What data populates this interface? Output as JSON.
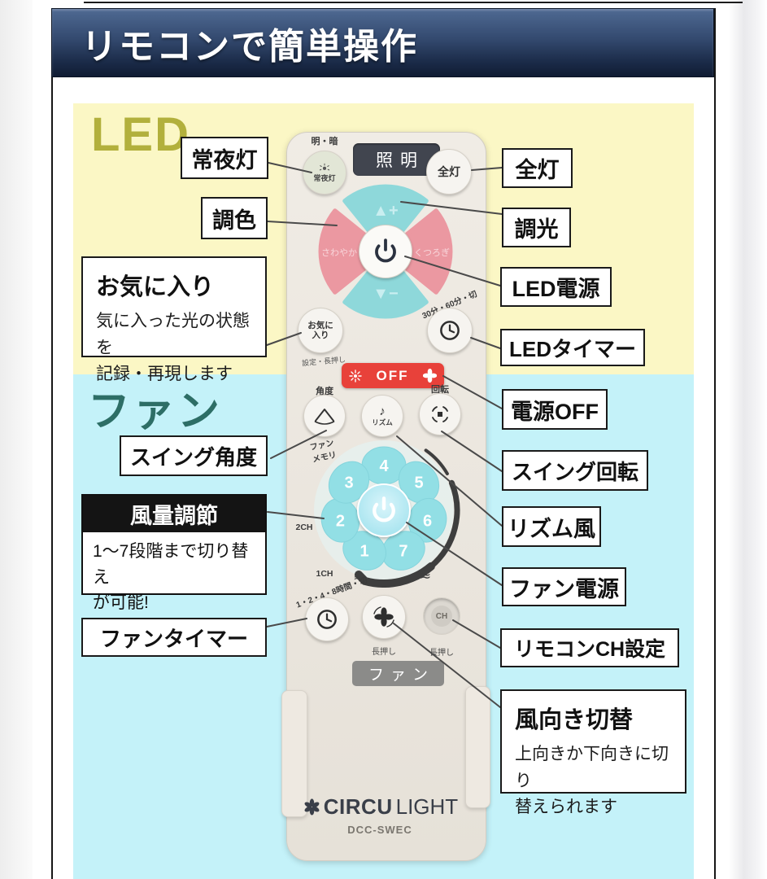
{
  "banner": {
    "title": "リモコンで簡単操作"
  },
  "sections": {
    "led": {
      "heading": "LED",
      "bg": "#fbf7c5",
      "heading_color": "#b2b03c"
    },
    "fan": {
      "heading": "ファン",
      "bg": "#c4f2f9",
      "heading_color": "#2d6e66"
    }
  },
  "callouts": {
    "left": [
      {
        "label": "常夜灯"
      },
      {
        "label": "調色"
      },
      {
        "label": "お気に入り",
        "desc_line1": "気に入った光の状態を",
        "desc_line2": "記録・再現します"
      },
      {
        "label": "スイング角度"
      },
      {
        "label": "風量調節",
        "desc_line1": "1〜7段階まで切り替え",
        "desc_line2": "が可能!"
      },
      {
        "label": "ファンタイマー"
      }
    ],
    "right": [
      {
        "label": "全灯"
      },
      {
        "label": "調光"
      },
      {
        "label": "LED電源"
      },
      {
        "label": "LEDタイマー"
      },
      {
        "label": "電源OFF"
      },
      {
        "label": "スイング回転"
      },
      {
        "label": "リズム風"
      },
      {
        "label": "ファン電源"
      },
      {
        "label": "リモコンCH設定"
      },
      {
        "label": "風向き切替",
        "desc_line1": "上向きか下向きに切り",
        "desc_line2": "替えられます"
      }
    ]
  },
  "remote": {
    "mode_label": "明・暗",
    "lighting_panel": "照明",
    "night_light_label": "常夜灯",
    "all_on_label": "全灯",
    "dpad": {
      "up_glyph": "▲+",
      "down_glyph": "▼−",
      "left_label": "さわやか",
      "right_label": "くつろぎ"
    },
    "favorite_line1": "お気に",
    "favorite_line2": "入り",
    "favorite_sub": "設定・長押し",
    "led_timer_arc": "30分・60分・切",
    "off_label": "OFF",
    "angle_label": "角度",
    "rhythm_label": "リズム",
    "rhythm_note": "♪",
    "rotation_label": "回転",
    "fan_memory_line1": "ファン",
    "fan_memory_line2": "メモリ",
    "dial_numbers": [
      "1",
      "2",
      "3",
      "4",
      "5",
      "6",
      "7"
    ],
    "ch2_label": "2CH",
    "ch1_label": "1CH",
    "wind_weak": "≋",
    "wind_strong": "≋",
    "fan_timer_arc": "1・2・4・8時間・切",
    "long_press_dir": "長押し",
    "long_press_ch": "長押し",
    "ch_button_label": "CH",
    "fan_panel": "ファン",
    "brand_bold": "CIRCU",
    "brand_light": "LIGHT",
    "model": "DCC-SWEC",
    "colors": {
      "off_red": "#e8413a",
      "dpad_teal": "#8ed8da",
      "dpad_pink": "#eb98a1",
      "petal_cyan": "#92dfe5",
      "panel_dark": "#41454f"
    }
  }
}
